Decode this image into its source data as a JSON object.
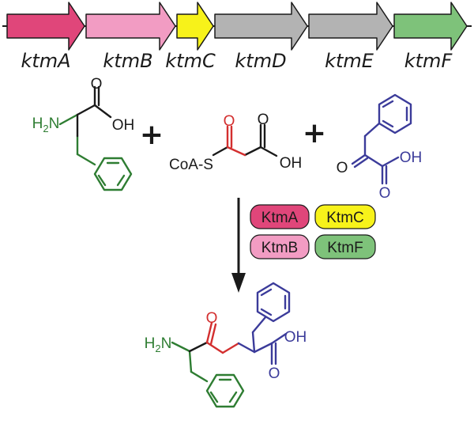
{
  "genes": [
    {
      "label": "ktmA",
      "color": "#e0467a"
    },
    {
      "label": "ktmB",
      "color": "#f29cc3"
    },
    {
      "label": "ktmC",
      "color": "#f7f21a"
    },
    {
      "label": "ktmD",
      "color": "#b3b3b3"
    },
    {
      "label": "ktmE",
      "color": "#b3b3b3"
    },
    {
      "label": "ktmF",
      "color": "#7ec27a"
    }
  ],
  "substrates": {
    "phenylalanine": {
      "amine": "H2N",
      "acid": "OH",
      "carbonyl_o": "O"
    },
    "malonyl": {
      "coa": "CoA-S",
      "keto_o": "O",
      "acid_o": "O",
      "acid": "OH"
    },
    "phenylpyruvate": {
      "keto_o": "O",
      "acid": "OH",
      "acid_o": "O"
    },
    "plus": "+"
  },
  "enzymes": [
    {
      "label": "KtmA",
      "color": "#e0467a"
    },
    {
      "label": "KtmC",
      "color": "#f7f21a"
    },
    {
      "label": "KtmB",
      "color": "#f29cc3"
    },
    {
      "label": "KtmF",
      "color": "#7ec27a"
    }
  ],
  "product": {
    "amine": "H2N",
    "keto_o": "O",
    "acid": "OH",
    "acid_o": "O"
  },
  "colors": {
    "green": "#2e7d32",
    "red": "#d32f2f",
    "blue": "#3b3b9a",
    "black": "#1a1a1a"
  }
}
